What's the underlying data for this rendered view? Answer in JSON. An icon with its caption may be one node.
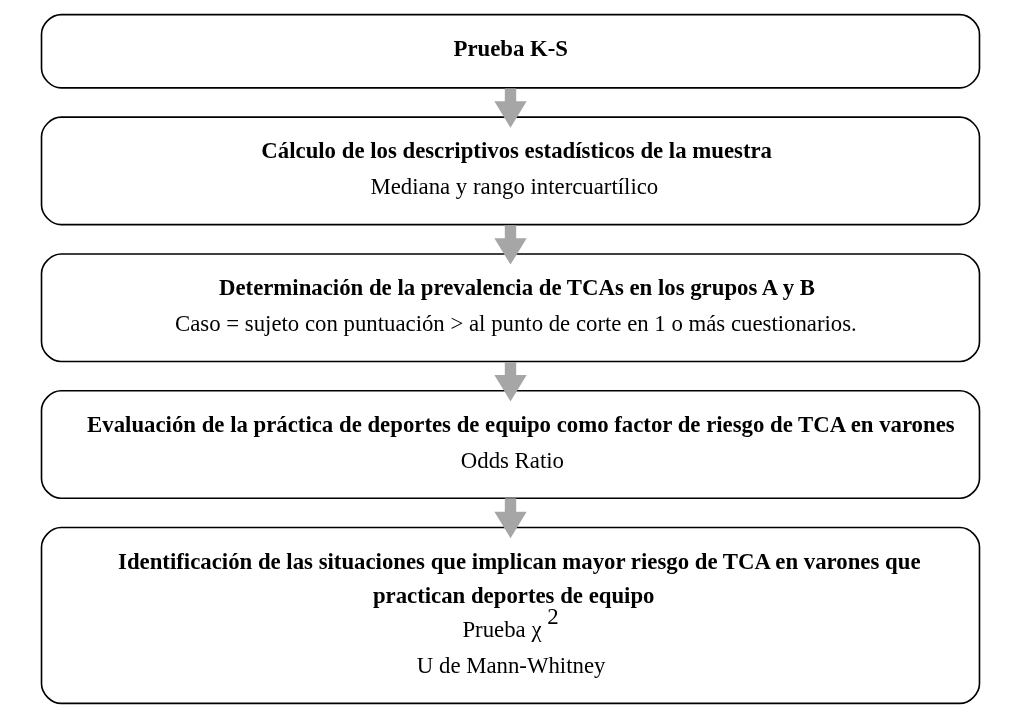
{
  "diagram": {
    "nodes": [
      {
        "text": [
          "Prueba K-S"
        ]
      },
      {
        "text": [
          "Cálculo de los descriptivos estadísticos de la muestra",
          "Mediana y rango intercuartílico"
        ]
      },
      {
        "text": [
          "Determinación de la prevalencia de TCAs en los grupos A y B",
          "Caso = sujeto con puntuación > al punto de corte en 1 o más cuestionarios."
        ]
      },
      {
        "text": [
          "Evaluación de la práctica de deportes de equipo como factor de riesgo de TCA en varones",
          "Odds Ratio"
        ]
      },
      {
        "text": [
          "Identificación de las situaciones que implican mayor riesgo de TCA en varones que practican deportes de equipo",
          "Prueba χ$^{2}$",
          "U de Mann-Whitney"
        ]
      }
    ],
    "edges": [
      {
        "from": 0,
        "to": 1,
        "arrow": "to"
      },
      {
        "from": 1,
        "to": 2,
        "arrow": "to"
      },
      {
        "from": 2,
        "to": 3,
        "arrow": "to"
      },
      {
        "from": 3,
        "to": 4,
        "arrow": "to"
      }
    ]
  }
}
